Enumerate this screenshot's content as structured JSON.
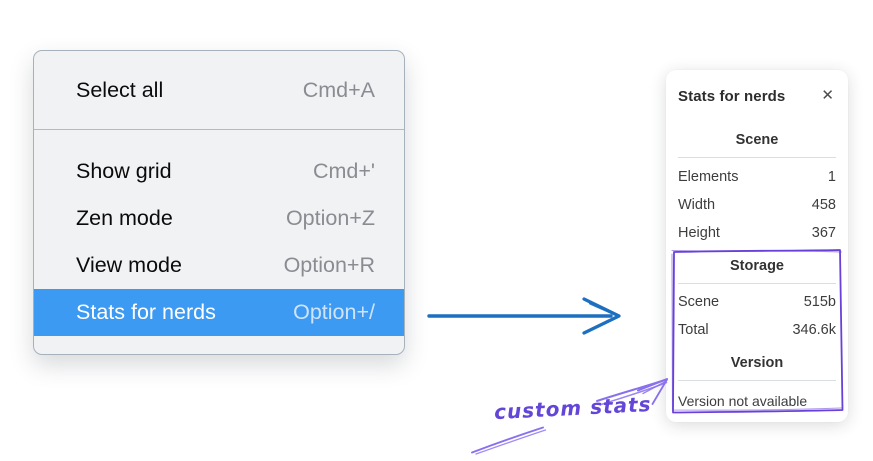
{
  "context_menu": {
    "sections": [
      {
        "items": [
          {
            "label": "Select all",
            "shortcut": "Cmd+A"
          }
        ]
      },
      {
        "items": [
          {
            "label": "Show grid",
            "shortcut": "Cmd+'"
          },
          {
            "label": "Zen mode",
            "shortcut": "Option+Z"
          },
          {
            "label": "View mode",
            "shortcut": "Option+R"
          },
          {
            "label": "Stats for nerds",
            "shortcut": "Option+/",
            "highlighted": true
          }
        ]
      }
    ],
    "highlight_color": "#3d9af2"
  },
  "stats_panel": {
    "title": "Stats for nerds",
    "close_icon": "✕",
    "sections": [
      {
        "header": "Scene",
        "rows": [
          {
            "label": "Elements",
            "value": "1"
          },
          {
            "label": "Width",
            "value": "458"
          },
          {
            "label": "Height",
            "value": "367"
          }
        ]
      },
      {
        "header": "Storage",
        "rows": [
          {
            "label": "Scene",
            "value": "515b"
          },
          {
            "label": "Total",
            "value": "346.6k"
          }
        ]
      },
      {
        "header": "Version",
        "note": "Version not available"
      }
    ]
  },
  "annotation": {
    "label": "custom stats",
    "violet": "#6741d9",
    "arrow_violet": "#8a70ee",
    "flow_arrow_blue": "#1d6fbf"
  }
}
